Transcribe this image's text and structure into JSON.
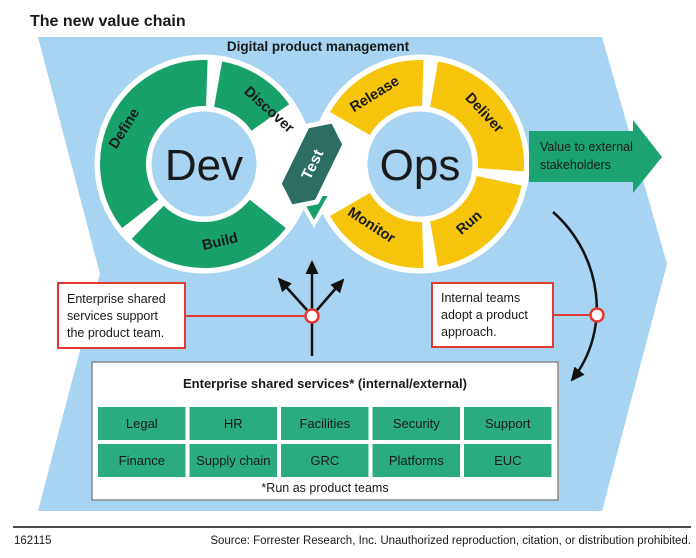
{
  "page": {
    "title": "The new value chain"
  },
  "diagram": {
    "top_label": "Digital product management",
    "dev": {
      "label": "Dev",
      "segments": [
        "Define",
        "Discover",
        "Build"
      ]
    },
    "ops": {
      "label": "Ops",
      "segments": [
        "Release",
        "Deliver",
        "Run",
        "Monitor"
      ]
    },
    "test_label": "Test",
    "value_arrow": {
      "line1": "Value to external",
      "line2": "stakeholders"
    },
    "callout_left": {
      "lines": [
        "Enterprise shared",
        "services support",
        "the product team."
      ]
    },
    "callout_right": {
      "lines": [
        "Internal teams",
        "adopt a product",
        "approach."
      ]
    },
    "services": {
      "title": "Enterprise shared services* (internal/external)",
      "row1": [
        "Legal",
        "HR",
        "Facilities",
        "Security",
        "Support"
      ],
      "row2": [
        "Finance",
        "Supply chain",
        "GRC",
        "Platforms",
        "EUC"
      ],
      "footnote": "*Run as product teams"
    },
    "colors": {
      "background_blue": "#A6D4F2",
      "dev_green": "#17A06A",
      "ops_yellow": "#F6C50B",
      "test_teal": "#2C6E62",
      "value_arrow_green": "#1CA371",
      "service_cell_green": "#2BAC80",
      "callout_red": "#E43930"
    }
  },
  "footer": {
    "figure_id": "162115",
    "source": "Source: Forrester Research, Inc. Unauthorized reproduction, citation, or distribution prohibited."
  }
}
